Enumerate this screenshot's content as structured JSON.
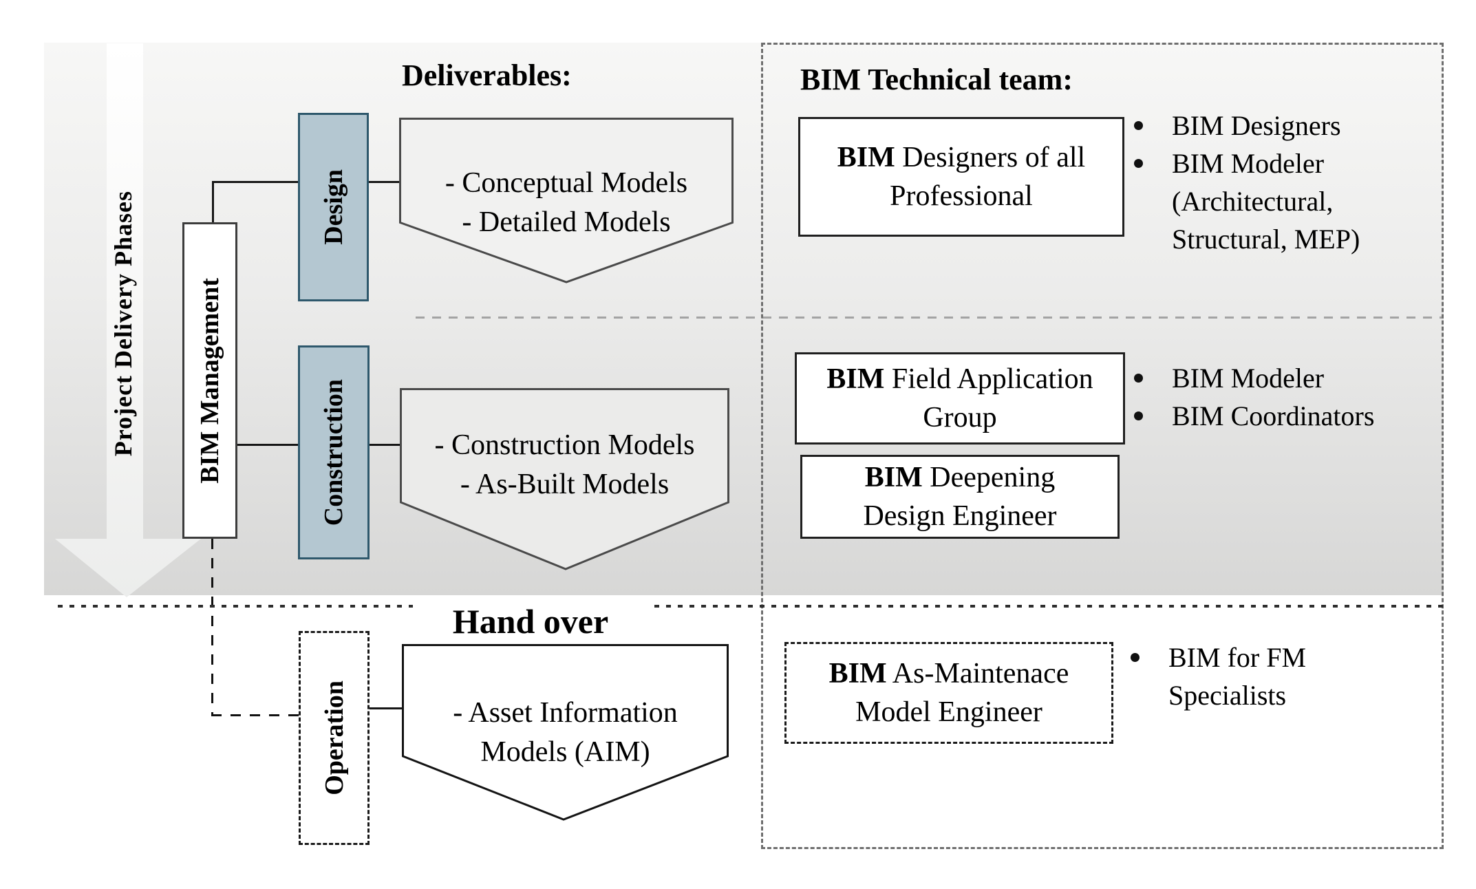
{
  "left_rail": {
    "phases_arrow_label": "Project Delivery Phases",
    "management_box_label": "BIM Management"
  },
  "phases": {
    "design_label": "Design",
    "construction_label": "Construction",
    "operation_label": "Operation"
  },
  "deliverables": {
    "title": "Deliverables:",
    "design": {
      "line1": "- Conceptual Models",
      "line2": "- Detailed Models"
    },
    "construction": {
      "line1": "- Construction Models",
      "line2": "- As-Built Models"
    },
    "operation": {
      "line1": "- Asset Information",
      "line2": "Models (AIM)"
    }
  },
  "handover": {
    "label": "Hand over"
  },
  "team": {
    "title": "BIM Technical team:",
    "boxes": {
      "designers": {
        "bold": "BIM",
        "line1": " Designers of all",
        "line2": "Professional"
      },
      "field": {
        "bold": "BIM",
        "line1": " Field Application",
        "line2": "Group"
      },
      "deepening": {
        "bold": "BIM",
        "line1": " Deepening",
        "line2": "Design Engineer"
      },
      "maintenance": {
        "bold": "BIM",
        "line1": " As-Maintenace",
        "line2": "Model Engineer"
      }
    },
    "bullets": {
      "design": [
        "BIM Designers",
        "BIM Modeler",
        "(Architectural,",
        "Structural, MEP)"
      ],
      "construction": [
        "BIM Modeler",
        "BIM Coordinators"
      ],
      "operation": [
        "BIM for FM",
        "Specialists"
      ]
    }
  },
  "colors": {
    "panel_top": "#f7f7f6",
    "panel_bottom": "#d7d7d6",
    "phase_box_fill": "#b4c7d1",
    "phase_box_border": "#2e586c",
    "pentagon_fill": "#f1f1f0",
    "line_color": "#161616"
  }
}
